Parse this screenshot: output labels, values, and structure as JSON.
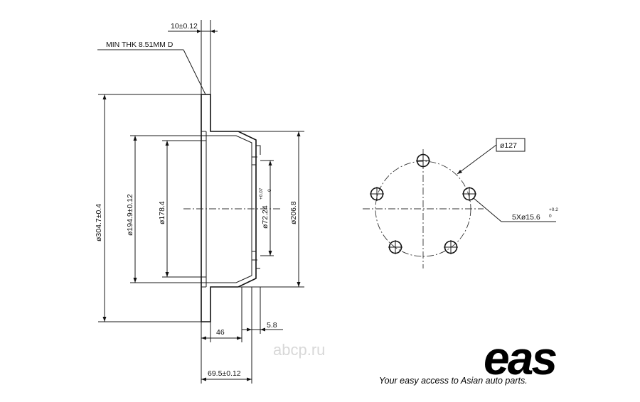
{
  "drawing": {
    "dims": {
      "thickness": "10±0.12",
      "min_thk": "MIN THK 8.51MM D",
      "outer_dia": "ø304.7±0.4",
      "hat_dia": "ø194.9±0.12",
      "inner_dia": "ø178.4",
      "bore_dia": "ø72.24",
      "bore_tol_up": "+0.07",
      "bore_tol_low": "0",
      "hub_dia": "ø206.8",
      "depth_46": "46",
      "offset_58": "5.8",
      "total_height": "69.5±0.12",
      "pcd": "ø127",
      "holes": "5Xø15.6",
      "holes_tol_up": "+0.2",
      "holes_tol_low": "0"
    },
    "watermark": "abcp.ru"
  },
  "brand": {
    "logo": "eas",
    "slogan": "Your easy access to Asian auto parts."
  }
}
